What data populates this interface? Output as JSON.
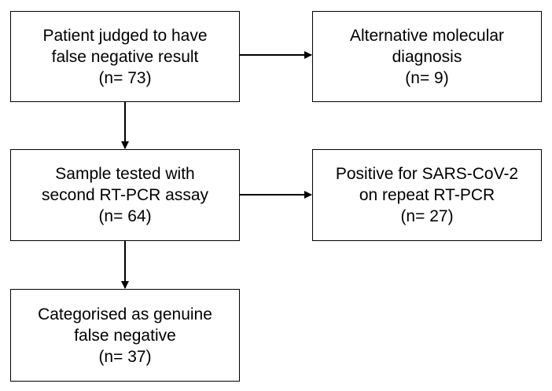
{
  "diagram": {
    "nodes": {
      "false_negative": {
        "line1": "Patient judged to have",
        "line2": "false negative result",
        "count": "(n= 73)"
      },
      "alt_diagnosis": {
        "line1": "Alternative molecular",
        "line2": "diagnosis",
        "count": "(n= 9)"
      },
      "second_assay": {
        "line1": "Sample tested with",
        "line2": "second RT-PCR assay",
        "count": "(n= 64)"
      },
      "positive_repeat": {
        "line1": "Positive for SARS-CoV-2",
        "line2": "on repeat RT-PCR",
        "count": "(n= 27)"
      },
      "genuine": {
        "line1": "Categorised as genuine",
        "line2": "false negative",
        "count": "(n= 37)"
      }
    },
    "edges": [
      {
        "from": "false_negative",
        "to": "alt_diagnosis"
      },
      {
        "from": "false_negative",
        "to": "second_assay"
      },
      {
        "from": "second_assay",
        "to": "positive_repeat"
      },
      {
        "from": "second_assay",
        "to": "genuine"
      }
    ],
    "colors": {
      "stroke": "#000000",
      "background": "#ffffff",
      "text": "#000000"
    }
  }
}
